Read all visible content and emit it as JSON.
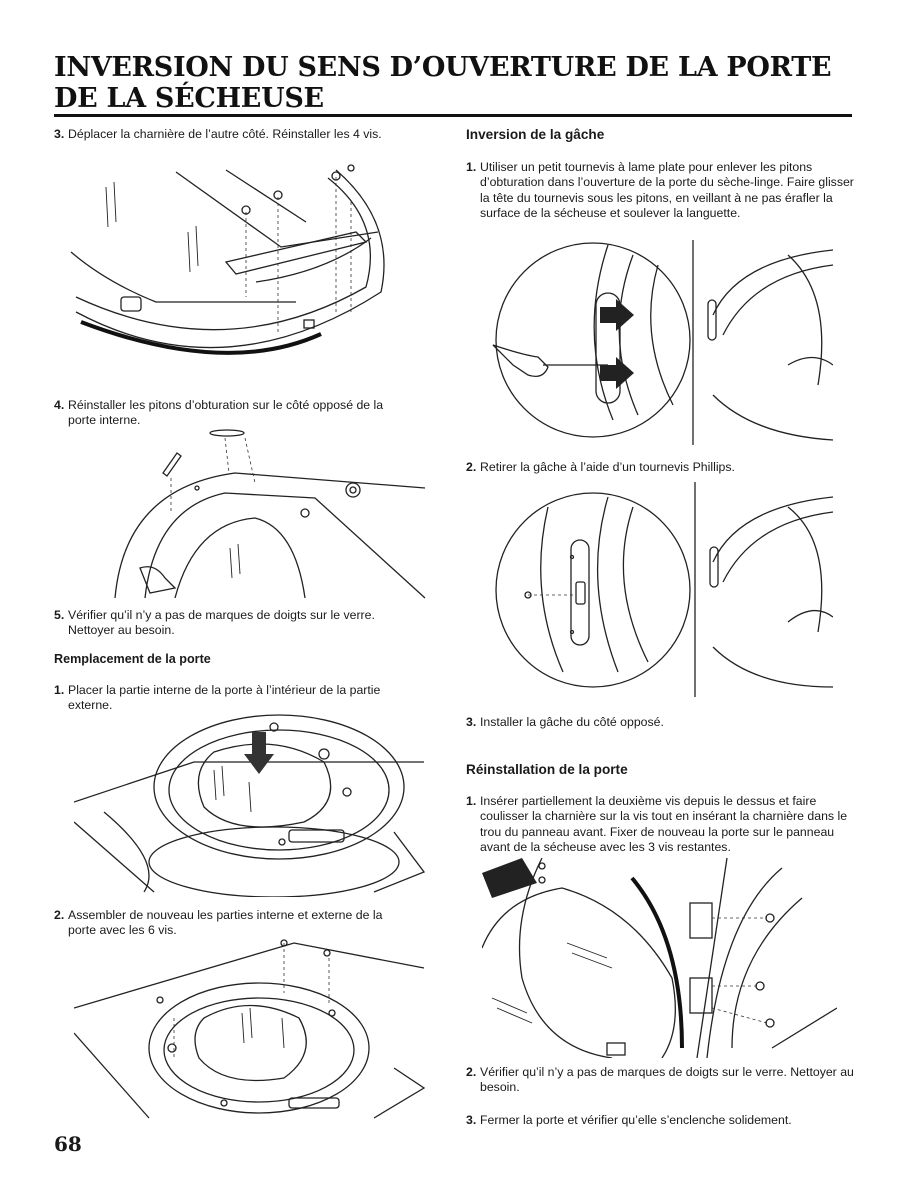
{
  "title": {
    "line1": "INVERSION DU SENS D’OUVERTURE DE LA PORTE",
    "line2": "DE LA SÉCHEUSE"
  },
  "left": {
    "step3": {
      "num": "3.",
      "text": "Déplacer la charnière de l’autre côté. Réinstaller les 4 vis."
    },
    "step4": {
      "num": "4.",
      "text": "Réinstaller les pitons d’obturation sur le côté opposé de la porte interne."
    },
    "step5": {
      "num": "5.",
      "text": "Vérifier qu’il n’y a pas de marques de doigts sur le verre. Nettoyer au besoin."
    },
    "replacement_heading": "Remplacement de la porte",
    "rstep1": {
      "num": "1.",
      "text": "Placer la partie interne de la porte à l’intérieur de la partie externe."
    },
    "rstep2": {
      "num": "2.",
      "text": "Assembler de nouveau les parties interne et externe de la porte avec les 6 vis."
    }
  },
  "right": {
    "strike_heading": "Inversion de la gâche",
    "sstep1": {
      "num": "1.",
      "text": "Utiliser un petit tournevis à lame plate pour enlever les pitons d’obturation dans l’ouverture de la porte du sèche-linge. Faire glisser la tête du tournevis sous les pitons, en veillant à ne pas érafler la surface de la sécheuse et soulever la languette."
    },
    "sstep2": {
      "num": "2.",
      "text": "Retirer la gâche à l’aide d’un tournevis Phillips."
    },
    "sstep3": {
      "num": "3.",
      "text": "Installer la gâche du côté opposé."
    },
    "reinstall_heading": "Réinstallation de la porte",
    "dstep1": {
      "num": "1.",
      "text": "Insérer partiellement la deuxième vis depuis le dessus et faire coulisser la charnière sur la vis tout en insérant la charnière dans le trou du panneau avant. Fixer de nouveau la porte sur le panneau avant de la sécheuse avec les 3 vis restantes."
    },
    "dstep2": {
      "num": "2.",
      "text": "Vérifier qu’il n’y a pas de marques de doigts sur le verre. Nettoyer au besoin."
    },
    "dstep3": {
      "num": "3.",
      "text": "Fermer la porte et vérifier qu’elle s’enclenche solidement."
    }
  },
  "page_number": "68"
}
